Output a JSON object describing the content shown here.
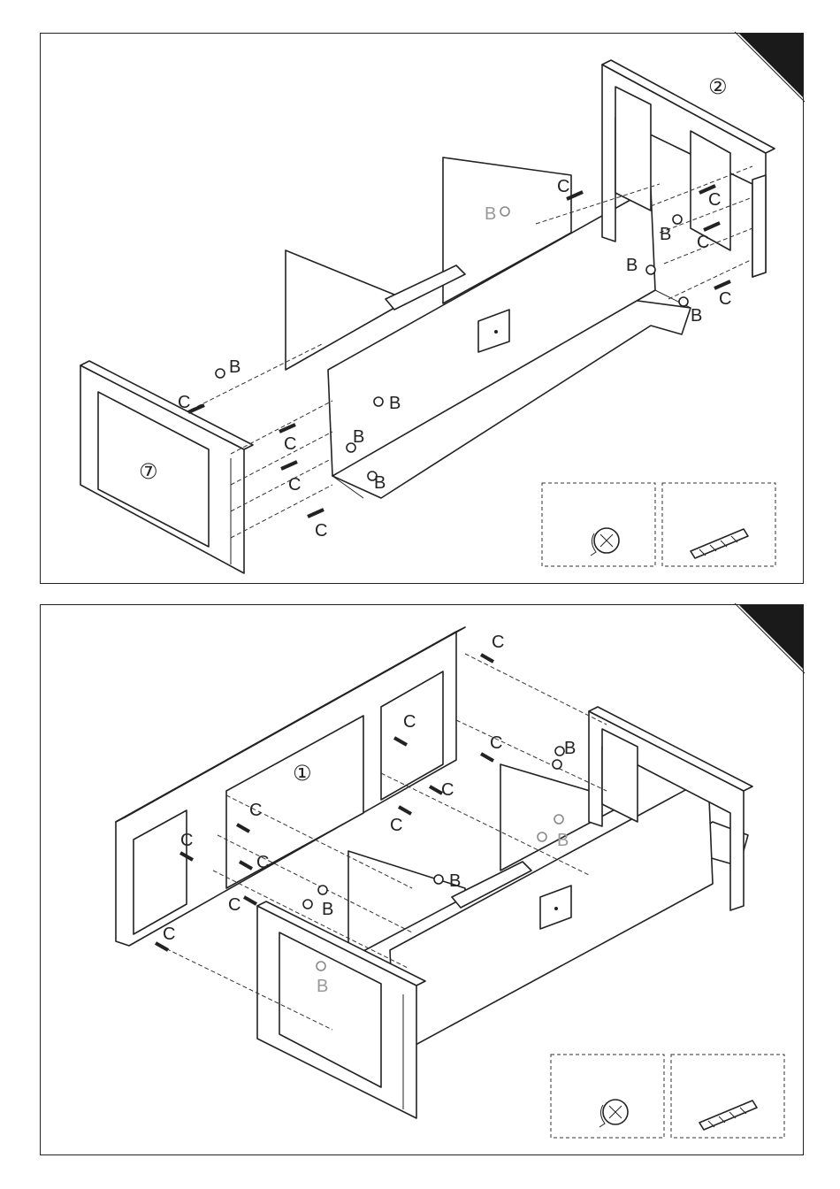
{
  "panels": [
    {
      "part_number": "②",
      "part_number_2": "⑦",
      "labels": {
        "B": "B",
        "C": "C"
      }
    },
    {
      "part_number": "①",
      "labels": {
        "B": "B",
        "C": "C"
      }
    }
  ],
  "colors": {
    "line": "#222222",
    "gray_label": "#999999",
    "corner_tab": "#1a1a1a"
  },
  "icons": [
    "cam-lock-fitting-icon",
    "wood-dowel-icon"
  ]
}
